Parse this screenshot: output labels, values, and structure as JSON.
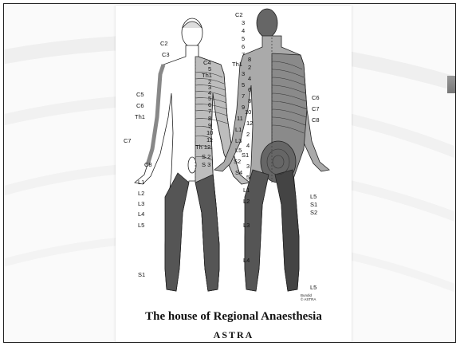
{
  "caption": "The house of Regional Anaesthesia",
  "brand": "ASTRA",
  "credit_lines": [
    "Bundid",
    "© ASTRA"
  ],
  "front_labels": [
    {
      "id": "fc2",
      "text": "C2"
    },
    {
      "id": "fc3",
      "text": "C3"
    },
    {
      "id": "fc4",
      "text": "C4"
    },
    {
      "id": "f5a",
      "text": "5"
    },
    {
      "id": "fth1",
      "text": "Th1"
    },
    {
      "id": "f2",
      "text": "2"
    },
    {
      "id": "f3",
      "text": "3"
    },
    {
      "id": "f4",
      "text": "4"
    },
    {
      "id": "fc5",
      "text": "C5"
    },
    {
      "id": "f5",
      "text": "5"
    },
    {
      "id": "fc6",
      "text": "C6"
    },
    {
      "id": "f6",
      "text": "6"
    },
    {
      "id": "f7",
      "text": "7"
    },
    {
      "id": "fth1b",
      "text": "Th1"
    },
    {
      "id": "f8",
      "text": "8"
    },
    {
      "id": "f9",
      "text": "9"
    },
    {
      "id": "f10",
      "text": "10"
    },
    {
      "id": "fc7",
      "text": "C7"
    },
    {
      "id": "f11",
      "text": "11"
    },
    {
      "id": "fth12",
      "text": "Th 12"
    },
    {
      "id": "fs2",
      "text": "S 2"
    },
    {
      "id": "fc8",
      "text": "C8"
    },
    {
      "id": "fs3",
      "text": "S 3"
    },
    {
      "id": "fl1",
      "text": "L1"
    },
    {
      "id": "fl2",
      "text": "L2"
    },
    {
      "id": "fl3",
      "text": "L3"
    },
    {
      "id": "fl4",
      "text": "L4"
    },
    {
      "id": "fl5",
      "text": "L5"
    },
    {
      "id": "fs1",
      "text": "S1"
    }
  ],
  "back_labels": [
    {
      "id": "bc2",
      "text": "C2"
    },
    {
      "id": "b3",
      "text": "3"
    },
    {
      "id": "b4",
      "text": "4"
    },
    {
      "id": "b5",
      "text": "5"
    },
    {
      "id": "b6",
      "text": "6"
    },
    {
      "id": "b7",
      "text": "7"
    },
    {
      "id": "b8",
      "text": "8"
    },
    {
      "id": "bth1",
      "text": "Th1"
    },
    {
      "id": "b2",
      "text": "2"
    },
    {
      "id": "b3b",
      "text": "3"
    },
    {
      "id": "b4b",
      "text": "4"
    },
    {
      "id": "b5b",
      "text": "5"
    },
    {
      "id": "b6b",
      "text": "6"
    },
    {
      "id": "b7b",
      "text": "7"
    },
    {
      "id": "bc6",
      "text": "C6"
    },
    {
      "id": "b8b",
      "text": "8"
    },
    {
      "id": "b9",
      "text": "9"
    },
    {
      "id": "bc7",
      "text": "C7"
    },
    {
      "id": "b10",
      "text": "10"
    },
    {
      "id": "b11",
      "text": "11"
    },
    {
      "id": "b12",
      "text": "12"
    },
    {
      "id": "bc8",
      "text": "C8"
    },
    {
      "id": "bl1",
      "text": "L1"
    },
    {
      "id": "b2c",
      "text": "2"
    },
    {
      "id": "bl3",
      "text": "L3"
    },
    {
      "id": "b4c",
      "text": "4"
    },
    {
      "id": "bl5",
      "text": "L5"
    },
    {
      "id": "bs1",
      "text": "S1"
    },
    {
      "id": "bs2",
      "text": "S2"
    },
    {
      "id": "b3c",
      "text": "3"
    },
    {
      "id": "bs4",
      "text": "S4"
    },
    {
      "id": "b5c",
      "text": "5"
    },
    {
      "id": "bl1b",
      "text": "L1"
    },
    {
      "id": "bl5",
      "text": "L5"
    },
    {
      "id": "bl2",
      "text": "L2"
    },
    {
      "id": "bs1b",
      "text": "S1"
    },
    {
      "id": "bs2b",
      "text": "S2"
    },
    {
      "id": "bl3b",
      "text": "L3"
    },
    {
      "id": "bl4",
      "text": "L4"
    },
    {
      "id": "bl5b",
      "text": "L5"
    }
  ]
}
